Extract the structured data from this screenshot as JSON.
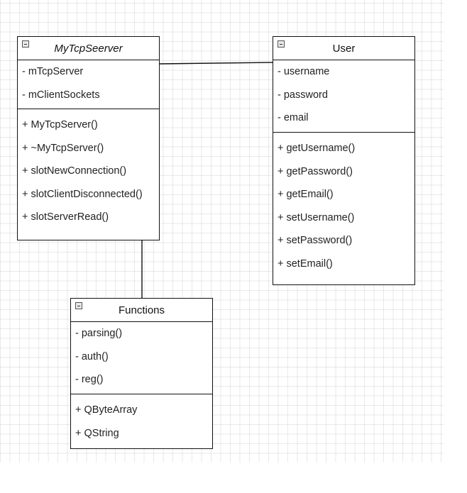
{
  "classes": {
    "server": {
      "name": "MyTcpSeerver",
      "attributes": [
        "- mTcpServer",
        "- mClientSockets"
      ],
      "operations": [
        "+ MyTcpServer()",
        "+ ~MyTcpServer()",
        "+ slotNewConnection()",
        "+ slotClientDisconnected()",
        "+ slotServerRead()"
      ]
    },
    "user": {
      "name": "User",
      "attributes": [
        "- username",
        "- password",
        "- email"
      ],
      "operations": [
        "+ getUsername()",
        "+ getPassword()",
        "+ getEmail()",
        "+ setUsername()",
        "+ setPassword()",
        "+ setEmail()"
      ]
    },
    "functions": {
      "name": "Functions",
      "attributes": [
        "- parsing()",
        "- auth()",
        "- reg()"
      ],
      "operations": [
        "+ QByteArray",
        "+ QString"
      ]
    }
  },
  "icons": {
    "collapse": "minus-square-icon"
  },
  "colors": {
    "border": "#111111",
    "text": "#222222",
    "grid": "#e2e2e2",
    "background": "#ffffff"
  }
}
